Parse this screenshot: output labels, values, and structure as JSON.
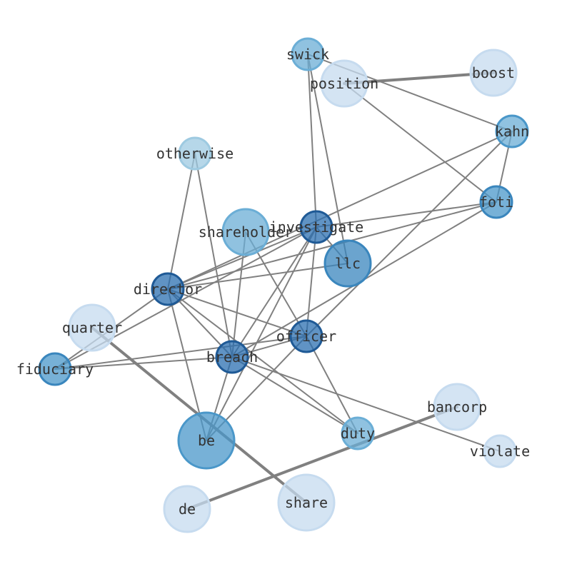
{
  "nodes": [
    {
      "id": "swick",
      "label": "swick",
      "color": "#6baed6",
      "stroke": "#6baed6"
    },
    {
      "id": "boost",
      "label": "boost",
      "color": "#c6dbef",
      "stroke": "#c6dbef"
    },
    {
      "id": "position",
      "label": "position",
      "color": "#c6dbef",
      "stroke": "#c6dbef"
    },
    {
      "id": "kahn",
      "label": "kahn",
      "color": "#6baed6",
      "stroke": "#4a97c9"
    },
    {
      "id": "otherwise",
      "label": "otherwise",
      "color": "#9ecae1",
      "stroke": "#9ecae1"
    },
    {
      "id": "foti",
      "label": "foti",
      "color": "#4a97c9",
      "stroke": "#3a86bd"
    },
    {
      "id": "investigate",
      "label": "investigate",
      "color": "#2b6fb0",
      "stroke": "#1f5a96"
    },
    {
      "id": "shareholder",
      "label": "shareholder",
      "color": "#6baed6",
      "stroke": "#6baed6"
    },
    {
      "id": "llc",
      "label": "llc",
      "color": "#3a86bd",
      "stroke": "#3a86bd"
    },
    {
      "id": "director",
      "label": "director",
      "color": "#2b6fb0",
      "stroke": "#1f5a96"
    },
    {
      "id": "quarter",
      "label": "quarter",
      "color": "#c6dbef",
      "stroke": "#c6dbef"
    },
    {
      "id": "officer",
      "label": "officer",
      "color": "#2b6fb0",
      "stroke": "#1f5a96"
    },
    {
      "id": "breach",
      "label": "breach",
      "color": "#2b6fb0",
      "stroke": "#1f5a96"
    },
    {
      "id": "fiduciary",
      "label": "fiduciary",
      "color": "#4a97c9",
      "stroke": "#3a86bd"
    },
    {
      "id": "bancorp",
      "label": "bancorp",
      "color": "#c6dbef",
      "stroke": "#c6dbef"
    },
    {
      "id": "be",
      "label": "be",
      "color": "#4a97c9",
      "stroke": "#4a97c9"
    },
    {
      "id": "duty",
      "label": "duty",
      "color": "#6baed6",
      "stroke": "#6baed6"
    },
    {
      "id": "violate",
      "label": "violate",
      "color": "#c6dbef",
      "stroke": "#c6dbef"
    },
    {
      "id": "de",
      "label": "de",
      "color": "#c6dbef",
      "stroke": "#c6dbef"
    },
    {
      "id": "share",
      "label": "share",
      "color": "#c6dbef",
      "stroke": "#c6dbef"
    }
  ],
  "edges": [
    {
      "source": "position",
      "target": "boost",
      "weight": "heavy"
    },
    {
      "source": "quarter",
      "target": "share",
      "weight": "heavy"
    },
    {
      "source": "de",
      "target": "bancorp",
      "weight": "heavy"
    },
    {
      "source": "swick",
      "target": "kahn",
      "weight": "normal"
    },
    {
      "source": "swick",
      "target": "investigate",
      "weight": "normal"
    },
    {
      "source": "swick",
      "target": "llc",
      "weight": "normal"
    },
    {
      "source": "position",
      "target": "foti",
      "weight": "normal"
    },
    {
      "source": "kahn",
      "target": "foti",
      "weight": "normal"
    },
    {
      "source": "kahn",
      "target": "director",
      "weight": "normal"
    },
    {
      "source": "kahn",
      "target": "officer",
      "weight": "normal"
    },
    {
      "source": "foti",
      "target": "investigate",
      "weight": "normal"
    },
    {
      "source": "foti",
      "target": "director",
      "weight": "normal"
    },
    {
      "source": "foti",
      "target": "breach",
      "weight": "normal"
    },
    {
      "source": "otherwise",
      "target": "director",
      "weight": "normal"
    },
    {
      "source": "otherwise",
      "target": "breach",
      "weight": "normal"
    },
    {
      "source": "investigate",
      "target": "director",
      "weight": "normal"
    },
    {
      "source": "investigate",
      "target": "officer",
      "weight": "normal"
    },
    {
      "source": "investigate",
      "target": "breach",
      "weight": "normal"
    },
    {
      "source": "investigate",
      "target": "be",
      "weight": "normal"
    },
    {
      "source": "investigate",
      "target": "llc",
      "weight": "normal"
    },
    {
      "source": "investigate",
      "target": "fiduciary",
      "weight": "normal"
    },
    {
      "source": "shareholder",
      "target": "breach",
      "weight": "normal"
    },
    {
      "source": "shareholder",
      "target": "officer",
      "weight": "normal"
    },
    {
      "source": "llc",
      "target": "director",
      "weight": "normal"
    },
    {
      "source": "director",
      "target": "officer",
      "weight": "normal"
    },
    {
      "source": "director",
      "target": "breach",
      "weight": "normal"
    },
    {
      "source": "director",
      "target": "be",
      "weight": "normal"
    },
    {
      "source": "director",
      "target": "duty",
      "weight": "normal"
    },
    {
      "source": "director",
      "target": "fiduciary",
      "weight": "normal"
    },
    {
      "source": "officer",
      "target": "breach",
      "weight": "normal"
    },
    {
      "source": "officer",
      "target": "be",
      "weight": "normal"
    },
    {
      "source": "officer",
      "target": "duty",
      "weight": "normal"
    },
    {
      "source": "officer",
      "target": "fiduciary",
      "weight": "normal"
    },
    {
      "source": "breach",
      "target": "fiduciary",
      "weight": "normal"
    },
    {
      "source": "breach",
      "target": "be",
      "weight": "normal"
    },
    {
      "source": "breach",
      "target": "duty",
      "weight": "normal"
    },
    {
      "source": "breach",
      "target": "violate",
      "weight": "normal"
    }
  ],
  "edge_color": "#808080"
}
